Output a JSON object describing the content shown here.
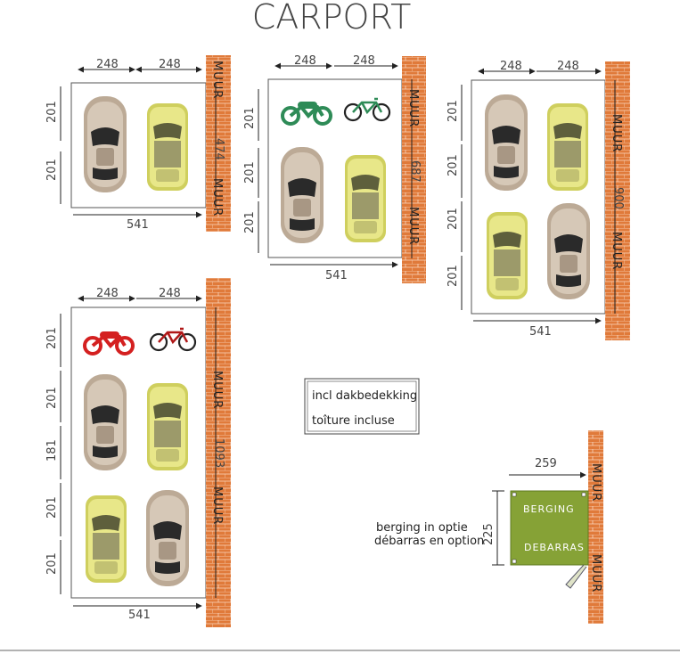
{
  "title": "CARPORT",
  "labels": {
    "wall": "MUUR",
    "width": "541",
    "half_width": "248",
    "bay": "201",
    "bay_short": "181",
    "shed_width": "259",
    "shed_depth": "225"
  },
  "plans": [
    {
      "id": "2-cars",
      "depth": "474"
    },
    {
      "id": "2-cars-2-bikes",
      "depth": "687"
    },
    {
      "id": "4-cars",
      "depth": "900"
    },
    {
      "id": "4-cars-2-bikes",
      "depth": "1093"
    }
  ],
  "notes": {
    "roof_nl": "incl dakbedekking",
    "roof_fr": "toîture incluse",
    "storage_nl": "berging in optie",
    "storage_fr": "débarras en option"
  },
  "shed": {
    "label_nl": "BERGING",
    "label_fr": "DEBARRAS"
  },
  "colors": {
    "wall": "#e07a3a",
    "brick_line": "#ffffff",
    "shed": "#86a236",
    "motorbike_green": "#2e8b57",
    "motorbike_red": "#d42020",
    "car_silver": "#c9b9a8",
    "car_yellow": "#e4e37a"
  }
}
